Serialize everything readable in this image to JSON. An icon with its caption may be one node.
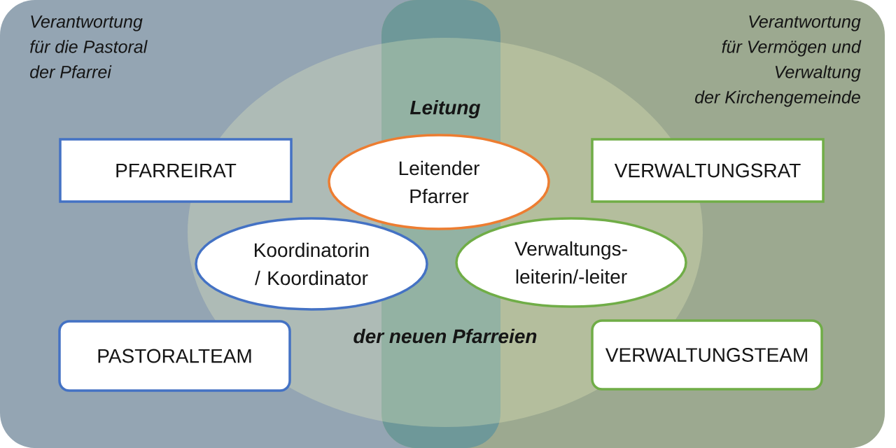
{
  "diagram": {
    "nodes": [
      {
        "text": [
          "Verantwortung für die Pastoral der Pfarrei"
        ]
      },
      {
        "text": [
          "Verantwortung für Vermögen und Verwaltung der Kirchengemeinde"
        ]
      },
      {
        "text": [
          "Leitung",
          "der neuen Pfarreien"
        ]
      },
      {
        "text": [
          "PFARREIRAT"
        ],
        "in": 0
      },
      {
        "text": [
          "Leitender Pfarrer"
        ],
        "in": 2
      },
      {
        "text": [
          "VERWALTUNGSRAT"
        ],
        "in": 1
      },
      {
        "text": [
          "Koordinatorin / Koordinator"
        ]
      },
      {
        "text": [
          "Verwaltungs- leiterin/-leiter"
        ]
      },
      {
        "text": [
          "PASTORALTEAM"
        ],
        "in": 0
      },
      {
        "text": [
          "VERWALTUNGSTEAM"
        ],
        "in": 1
      }
    ]
  }
}
